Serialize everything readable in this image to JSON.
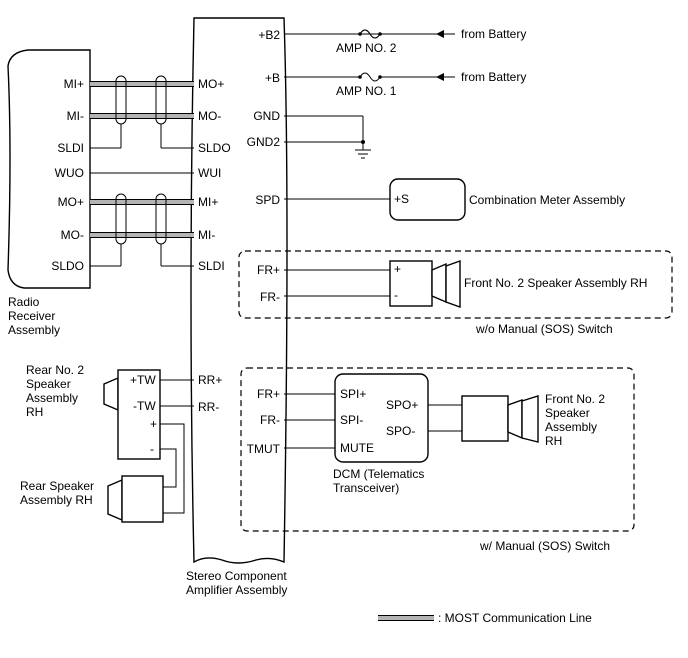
{
  "components": {
    "amplifier": "Stereo Component\nAmplifier Assembly",
    "radio": "Radio\nReceiver\nAssembly",
    "rear_speaker_2": "Rear No. 2\nSpeaker\nAssembly\nRH",
    "rear_speaker": "Rear Speaker\nAssembly RH",
    "combination_meter": "Combination Meter Assembly",
    "front_speaker_top": "Front No. 2 Speaker Assembly RH",
    "front_speaker_bottom": "Front No. 2\nSpeaker\nAssembly\nRH",
    "dcm": "DCM (Telematics\nTransceiver)"
  },
  "fuses": {
    "amp2": "AMP NO. 2",
    "amp1": "AMP NO. 1"
  },
  "sources": {
    "battery1": "from Battery",
    "battery2": "from Battery"
  },
  "amp_pins": {
    "b2": "+B2",
    "b": "+B",
    "gnd": "GND",
    "gnd2": "GND2",
    "mo_plus": "MO+",
    "mo_minus": "MO-",
    "sldo": "SLDO",
    "wui": "WUI",
    "spd": "SPD",
    "mi_plus": "MI+",
    "mi_minus": "MI-",
    "sldi": "SLDI",
    "rr_plus": "RR+",
    "rr_minus": "RR-"
  },
  "radio_pins": {
    "mi_plus": "MI+",
    "mi_minus": "MI-",
    "sldi": "SLDI",
    "wuo": "WUO",
    "mo_plus": "MO+",
    "mo_minus": "MO-",
    "sldo": "SLDO"
  },
  "meter_pins": {
    "s_plus": "+S"
  },
  "option_top": {
    "label": "w/o Manual (SOS) Switch",
    "fr_plus": "FR+",
    "fr_minus": "FR-",
    "spk_plus": "+",
    "spk_minus": "-"
  },
  "option_bottom": {
    "label": "w/ Manual (SOS) Switch",
    "fr_plus": "FR+",
    "fr_minus": "FR-",
    "tmut": "TMUT",
    "spi_plus": "SPI+",
    "spi_minus": "SPI-",
    "mute": "MUTE",
    "spo_plus": "SPO+",
    "spo_minus": "SPO-"
  },
  "rear_pins": {
    "tw_plus": "+TW",
    "tw_minus": "-TW",
    "plus": "+",
    "minus": "-"
  },
  "legend": {
    "most": ": MOST Communication Line"
  }
}
